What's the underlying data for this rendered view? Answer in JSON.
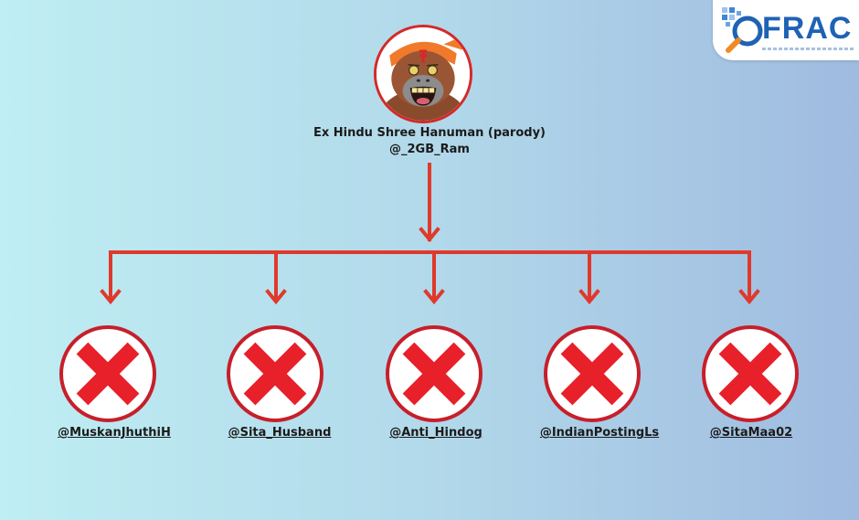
{
  "logo": {
    "text": "FRAC"
  },
  "account": {
    "name": "Ex Hindu Shree Hanuman (parody)",
    "handle": "@_2GB_Ram"
  },
  "suspended_accounts": [
    {
      "handle": "@MuskanJhuthiH"
    },
    {
      "handle": "@Sita_Husband"
    },
    {
      "handle": "@Anti_Hindog"
    },
    {
      "handle": "@IndianPostingLs"
    },
    {
      "handle": "@SitaMaa02"
    }
  ],
  "colors": {
    "arrow": "#e0382b",
    "x_mark": "#e8202a",
    "x_ring": "#c71f2a",
    "brand": "#1f62b4"
  },
  "icons": {
    "suspended": "red-x-icon",
    "avatar": "ape-avatar-icon",
    "logo": "magnifier-icon"
  }
}
